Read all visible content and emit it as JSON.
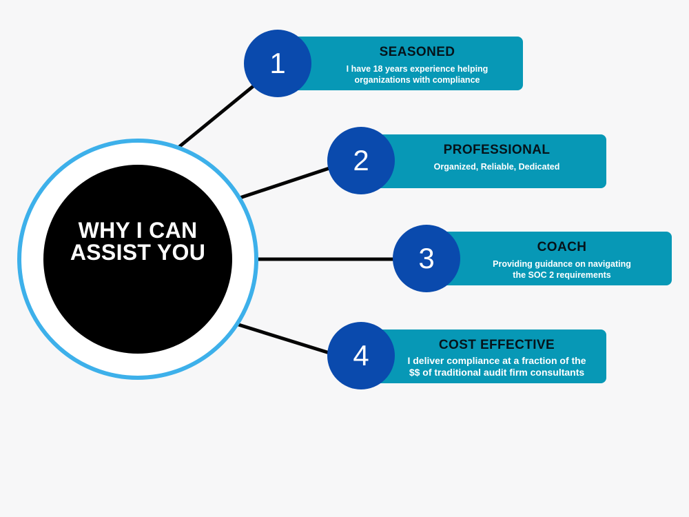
{
  "hub": {
    "title_lines": [
      "WHY I CAN",
      "ASSIST YOU"
    ]
  },
  "items": [
    {
      "number": "1",
      "title": "SEASONED",
      "description_lines": [
        "I have 18 years experience helping",
        "organizations with compliance"
      ]
    },
    {
      "number": "2",
      "title": "PROFESSIONAL",
      "description_lines": [
        "Organized, Reliable, Dedicated"
      ]
    },
    {
      "number": "3",
      "title": "COACH",
      "description_lines": [
        "Providing guidance on navigating",
        "the SOC 2 requirements"
      ]
    },
    {
      "number": "4",
      "title": "COST EFFECTIVE",
      "description_lines": [
        "I deliver compliance at a fraction of the",
        "$$ of traditional audit firm consultants"
      ]
    }
  ],
  "colors": {
    "background": "#f7f7f8",
    "hub_ring": "#3db0ea",
    "hub_core": "#000000",
    "card": "#0798b6",
    "badge": "#0a4aad",
    "connector": "#050505"
  }
}
